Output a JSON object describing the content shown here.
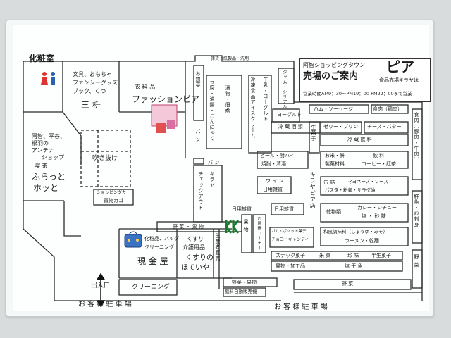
{
  "header": {
    "town_name": "阿智ショッピングタウン",
    "brand": "ピア",
    "title": "売場のご案内",
    "food_floor_note": "食品売場キラヤは",
    "hours": "営業時間AM9：30〜PM19：00 PM22：00まで営業"
  },
  "stores": {
    "cosmetics": "化粧室",
    "stationery": "文具、おもちゃ",
    "fancy": "ファンシーグッズ",
    "books_shoes": "ブック、くつ",
    "sanmasu": "三 枡",
    "clothing": "衣 料 品",
    "fashion_pia": "ファッションピア",
    "local_antenna_1": "阿智、平谷、",
    "local_antenna_2": "根羽の",
    "local_antenna_3": "アンテナ",
    "local_antenna_4": "ショップ",
    "cafe": "喫 茶",
    "furatto": "ふらっと",
    "hotto": "ホッと",
    "atrium": "吹き抜け",
    "cart": "ショッピングカート",
    "basket": "買物カゴ",
    "cosmetics_bag": "化粧品、バッグ",
    "cleaning_small": "クリーニング",
    "genkin": "現 金 屋",
    "kusuri": "くすり",
    "nursing": "介護用品",
    "kusuri_name_1": "くすりの",
    "kusuri_name_2": "ほていや",
    "producer": "生産者直売",
    "entrance": "出入口",
    "cleaning": "クリーニング",
    "parking_left": "お 客 様 駐 車 場",
    "parking_right": "お 客 様 駐 車 場"
  },
  "food": {
    "misc_top": "雑貨・紙製品・洗剤",
    "side_dish": "お惣菜",
    "tofu": "豆腐・油揚・こんにゃく",
    "pickles": "漬物・佃煮",
    "dairy": "冷凍食品アイスクリーム",
    "milk": "牛乳・ヨーグルト",
    "jam": "ジャム・シリアル",
    "yogurt": "ヨーグルト",
    "frozen_sake": "冷 蔵 酒 類",
    "ham": "ハム・ソーセージ",
    "meat_chicken": "食肉（鶏肉）",
    "meat_side": "食肉（豚肉・牛肉）",
    "sweets": "生菓子",
    "jelly": "ゼリー・プリン",
    "cheese": "チーズ・バター",
    "frozen_drinks": "冷 蔵 飲 料",
    "beer": "ビール・酎ハイ",
    "shochu": "焼酎・清酒",
    "rice": "お米・餅",
    "drinks": "飲 料",
    "flour": "製菓材料",
    "coffee": "コーヒー・紅茶",
    "pan": "パ ン",
    "pan2": "パ ン",
    "kiraya": "キラヤ",
    "checkout": "チェックアウト",
    "wine": "ワ イ ン",
    "daily_goods": "日用雑貨",
    "canned": "缶 詰",
    "mayo": "マヨネーズ・ソース",
    "pasta": "パスタ・粉類・サラダ油",
    "kiraya_store": "キラヤピア店",
    "daily_goods2": "日用雑貨",
    "daily_goods3": "日用雑貨",
    "dry_goods": "乾物類",
    "curry": "カレー・シチュー",
    "salt_sugar": "塩 ・ 砂 糖",
    "fish": "鮮魚・お刺身",
    "vegetables_fruit": "野 菜 ・ 果 物",
    "fruit_small": "果 物",
    "order_corner": "お買得コーナー",
    "gum": "ガム・ポケット菓子",
    "choco": "チョコ・キャンディ",
    "seasoning": "和風調味料（しょうゆ・みそ）",
    "ramen": "ラーメン・乾麺",
    "snacks": "スナック菓子",
    "rice_crackers": "米 菓",
    "delicacy": "珍 味",
    "semi_sweets": "半生菓子",
    "fruit_processed": "果物・加工品",
    "salted_fish": "塩 干 魚",
    "veg_right": "野 菜",
    "veg_fruit_bottom": "野菜・果物",
    "vending": "飲料自動販売機",
    "veg_bottom": "野 菜"
  }
}
